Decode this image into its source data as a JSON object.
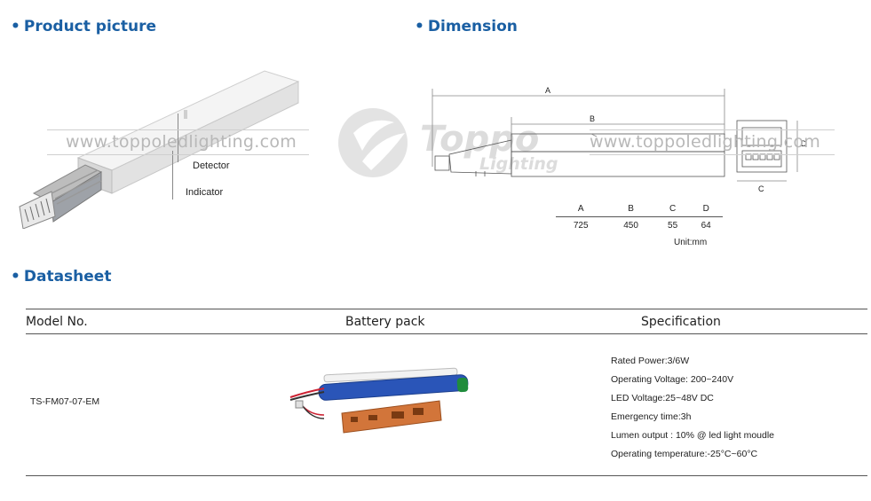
{
  "sections": {
    "product_picture": "Product picture",
    "dimension": "Dimension",
    "datasheet": "Datasheet"
  },
  "product": {
    "label_detector": "Detector",
    "label_indicator": "Indicator"
  },
  "watermark": {
    "left_url": "www.toppoledlighting.com",
    "right_url": "www.toppoledlighting.com",
    "brand_name": "Toppo",
    "brand_sub": "Lighting"
  },
  "dimension": {
    "label_a": "A",
    "label_b": "B",
    "label_c": "C",
    "label_d": "D",
    "table": {
      "headers": [
        "A",
        "B",
        "C",
        "D"
      ],
      "values": [
        "725",
        "450",
        "55",
        "64"
      ]
    },
    "unit": "Unit:mm"
  },
  "datasheet": {
    "col_model": "Model No.",
    "col_battery": "Battery pack",
    "col_spec": "Specification",
    "model": "TS-FM07-07-EM",
    "specs": [
      "Rated Power:3/6W",
      "Operating Voltage:  200~240V",
      "LED Voltage:25~48V DC",
      "Emergency time:3h",
      "Lumen output : 10% @ led light moudle",
      "Operating temperature:-25°C~60°C"
    ]
  },
  "colors": {
    "heading": "#1a5fa3",
    "watermark": "#b8b8b8",
    "battery_blue": "#2a55b8",
    "pcb_orange": "#d2753a"
  }
}
